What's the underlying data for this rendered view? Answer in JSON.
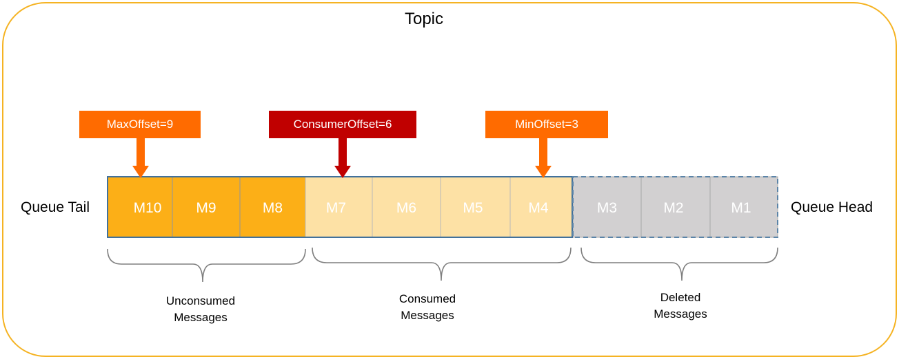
{
  "topic": {
    "title": "Topic"
  },
  "queue": {
    "tail_label": "Queue Tail",
    "head_label": "Queue Head"
  },
  "messages": [
    {
      "label": "M10",
      "state": "unconsumed"
    },
    {
      "label": "M9",
      "state": "unconsumed"
    },
    {
      "label": "M8",
      "state": "unconsumed"
    },
    {
      "label": "M7",
      "state": "consumed"
    },
    {
      "label": "M6",
      "state": "consumed"
    },
    {
      "label": "M5",
      "state": "consumed"
    },
    {
      "label": "M4",
      "state": "consumed"
    },
    {
      "label": "M3",
      "state": "deleted"
    },
    {
      "label": "M2",
      "state": "deleted"
    },
    {
      "label": "M1",
      "state": "deleted"
    }
  ],
  "markers": {
    "max_offset": "MaxOffset=9",
    "consumer_offset": "ConsumerOffset=6",
    "min_offset": "MinOffset=3"
  },
  "groups": {
    "unconsumed": {
      "line1": "Unconsumed",
      "line2": "Messages"
    },
    "consumed": {
      "line1": "Consumed",
      "line2": "Messages"
    },
    "deleted": {
      "line1": "Deleted",
      "line2": "Messages"
    }
  },
  "colors": {
    "topic_border": "#F5B323",
    "unconsumed_fill": "#FCAF17",
    "consumed_fill": "#FDE1A5",
    "deleted_fill": "#D2D0D1",
    "queue_border": "#41719C",
    "deleted_border": "#5B84A8",
    "max_min_marker": "#FF6B00",
    "consumer_marker": "#C00000",
    "brace": "#7F7F7F"
  }
}
